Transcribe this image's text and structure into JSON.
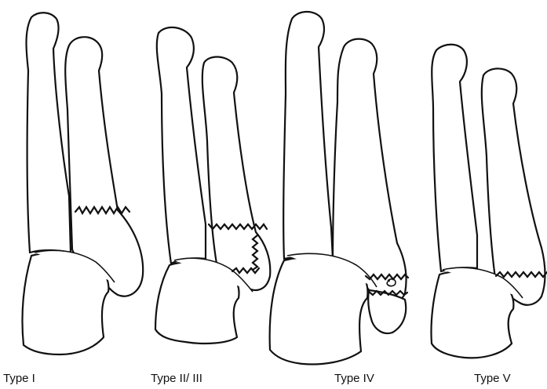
{
  "panels": [
    {
      "label": "Type I"
    },
    {
      "label": "Type II/ III"
    },
    {
      "label": "Type IV"
    },
    {
      "label": "Type V"
    }
  ]
}
